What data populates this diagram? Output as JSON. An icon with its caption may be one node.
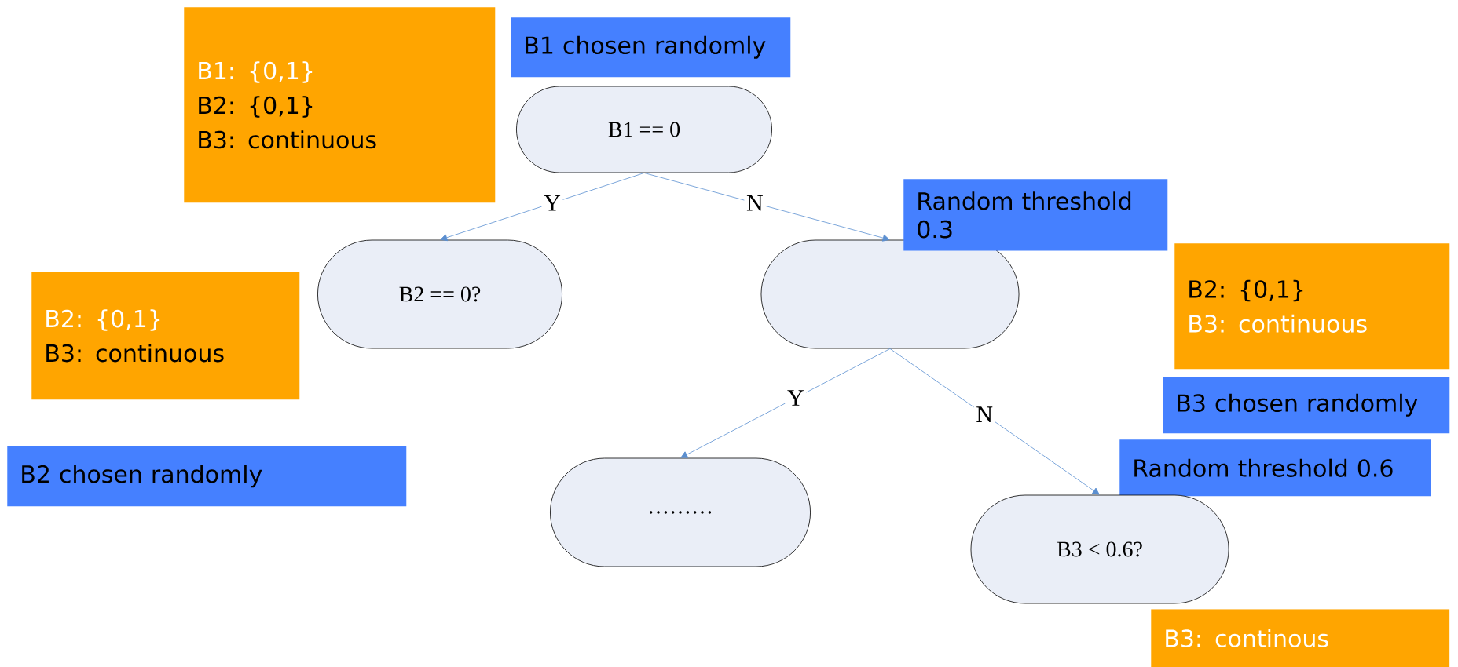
{
  "diagram": {
    "nodes": [
      {
        "text": [
          "B1: {0,1}",
          "B2: {0,1}",
          "B3: continuous"
        ]
      },
      {
        "text": [
          "B1 chosen randomly"
        ]
      },
      {
        "text": [
          "B1 == 0"
        ]
      },
      {
        "text": [
          "B2 == 0?"
        ]
      },
      {
        "text": [],
        "shape": "box"
      },
      {
        "text": [
          "Random threshold 0.3"
        ]
      },
      {
        "text": [
          "B2: {0,1}",
          "B3: continuous"
        ]
      },
      {
        "text": [
          "B2: {0,1}",
          "B3: continuous"
        ]
      },
      {
        "text": [
          "B3 chosen randomly"
        ]
      },
      {
        "text": [
          "B2 chosen randomly"
        ]
      },
      {
        "text": [
          "………"
        ]
      },
      {
        "text": [
          "Random threshold 0.6"
        ]
      },
      {
        "text": [
          "B3 < 0.6?"
        ]
      },
      {
        "text": [
          "B3: continous"
        ]
      }
    ],
    "edges": [
      {
        "from": 2,
        "to": 3,
        "arrow": "to",
        "label": "Y"
      },
      {
        "from": 2,
        "to": 4,
        "arrow": "to",
        "label": "N"
      },
      {
        "from": 4,
        "to": 10,
        "arrow": "to",
        "label": "Y"
      },
      {
        "from": 4,
        "to": 12,
        "arrow": "to",
        "label": "N"
      }
    ]
  }
}
